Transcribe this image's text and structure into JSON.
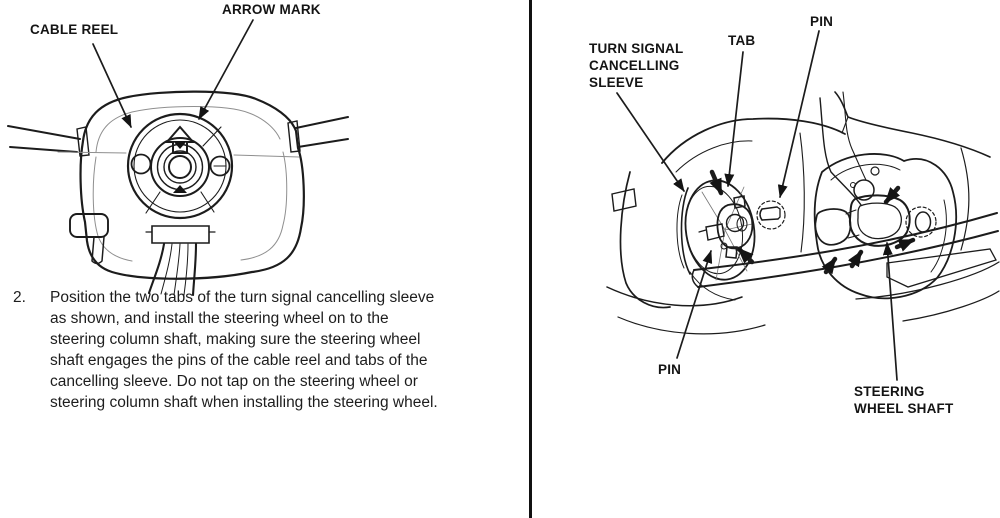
{
  "page": {
    "background": "#ffffff",
    "line_color": "#1c1c1c",
    "divider_color": "#111111"
  },
  "left_panel": {
    "labels": {
      "cable_reel": "CABLE REEL",
      "arrow_mark": "ARROW MARK"
    },
    "step": {
      "number": "2.",
      "lines": [
        "Position the two tabs of the turn signal cancelling sleeve",
        "as shown, and install the steering wheel on to the",
        "steering column shaft, making sure the steering wheel",
        "shaft engages the pins of the cable reel and tabs of the",
        "cancelling sleeve. Do not tap on the steering wheel or",
        "steering column shaft when installing the steering wheel."
      ]
    }
  },
  "right_panel": {
    "labels": {
      "turn_signal_cancelling_sleeve_lines": [
        "TURN SIGNAL",
        "CANCELLING",
        "SLEEVE"
      ],
      "tab": "TAB",
      "pin_top": "PIN",
      "pin_bottom": "PIN",
      "steering_wheel_shaft_lines": [
        "STEERING",
        "WHEEL SHAFT"
      ]
    }
  }
}
